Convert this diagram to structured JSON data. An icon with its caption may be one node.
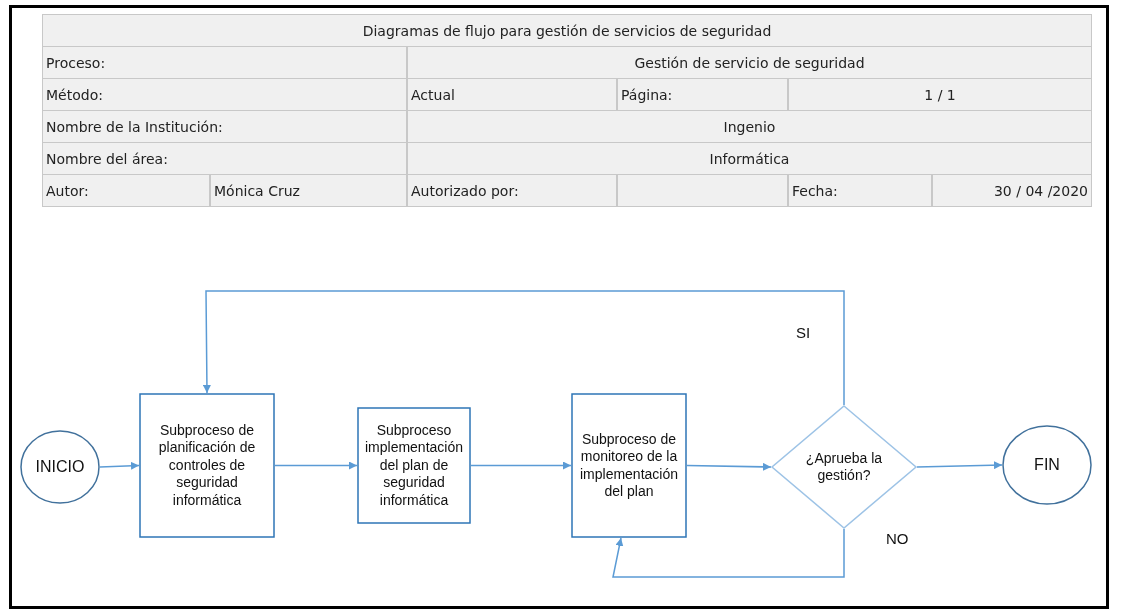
{
  "diagram": {
    "nodes": [
      {
        "text": [
          "INICIO"
        ]
      },
      {
        "text": [
          "Subproceso de planificación de controles de seguridad informática"
        ]
      },
      {
        "text": [
          "Subproceso implementación del plan de seguridad informática"
        ]
      },
      {
        "text": [
          "Subproceso de monitoreo de la implementación del plan"
        ]
      },
      {
        "text": [
          "¿Aprueba la gestión?"
        ]
      },
      {
        "text": [
          "FIN"
        ]
      }
    ],
    "edges": [
      {
        "from": 0,
        "to": 1,
        "arrow": "to"
      },
      {
        "from": 1,
        "to": 2,
        "arrow": "to"
      },
      {
        "from": 2,
        "to": 3,
        "arrow": "to"
      },
      {
        "from": 3,
        "to": 4,
        "arrow": "to"
      },
      {
        "from": 4,
        "to": 5,
        "arrow": "to"
      },
      {
        "from": 4,
        "to": 1,
        "arrow": "to",
        "label": "SI"
      },
      {
        "from": 4,
        "to": 3,
        "arrow": "to",
        "label": "NO"
      }
    ],
    "labels": [
      "Diagramas de flujo para gestión de servicios de seguridad",
      "Proceso:",
      "Gestión de servicio de seguridad",
      "Método:",
      "Actual",
      "Página:",
      "1 / 1",
      "Nombre de la Institución:",
      "Ingenio",
      "Nombre del área:",
      "Informática",
      "Autor:",
      "Mónica Cruz",
      "Autorizado por:",
      "Fecha:",
      "30 / 04 /2020"
    ]
  }
}
